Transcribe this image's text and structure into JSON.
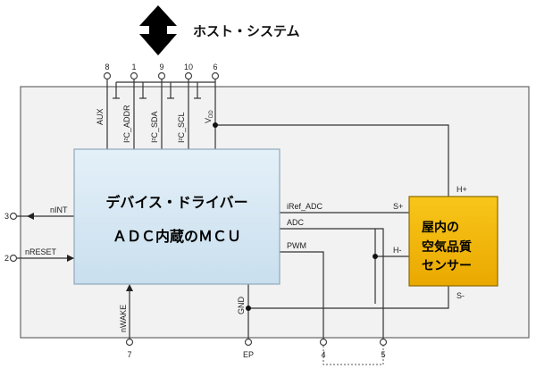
{
  "host": {
    "label": "ホスト・システム"
  },
  "mcu": {
    "line1": "デバイス・ドライバー",
    "line2": "ＡＤＣ内蔵のＭＣＵ"
  },
  "sensor": {
    "line1": "屋内の",
    "line2": "空気品質",
    "line3": "センサー"
  },
  "top_pins": [
    {
      "number": "8",
      "signal": "AUX"
    },
    {
      "number": "1",
      "signal": "I²C_ADDR"
    },
    {
      "number": "9",
      "signal": "I²C_SDA"
    },
    {
      "number": "10",
      "signal": "I²C_SCL"
    },
    {
      "number": "6",
      "signal": "V",
      "sub": "DD"
    }
  ],
  "left_pins": [
    {
      "number": "3",
      "signal": "nINT"
    },
    {
      "number": "2",
      "signal": "nRESET"
    }
  ],
  "bottom_pins": [
    {
      "number": "7",
      "signal": "nWAKE"
    },
    {
      "number": "EP",
      "signal": "GND"
    },
    {
      "number": "4",
      "signal": ""
    },
    {
      "number": "5",
      "signal": ""
    }
  ],
  "internal_signals": {
    "iref": "iRef_ADC",
    "adc": "ADC",
    "pwm": "PWM"
  },
  "sensor_pins": {
    "h_plus": "H+",
    "h_minus": "H-",
    "s_plus": "S+",
    "s_minus": "S-"
  },
  "colors": {
    "mcu_fill": "#d6e8f4",
    "sensor_fill": "#f5b800",
    "module_fill": "#f2f2f2"
  }
}
